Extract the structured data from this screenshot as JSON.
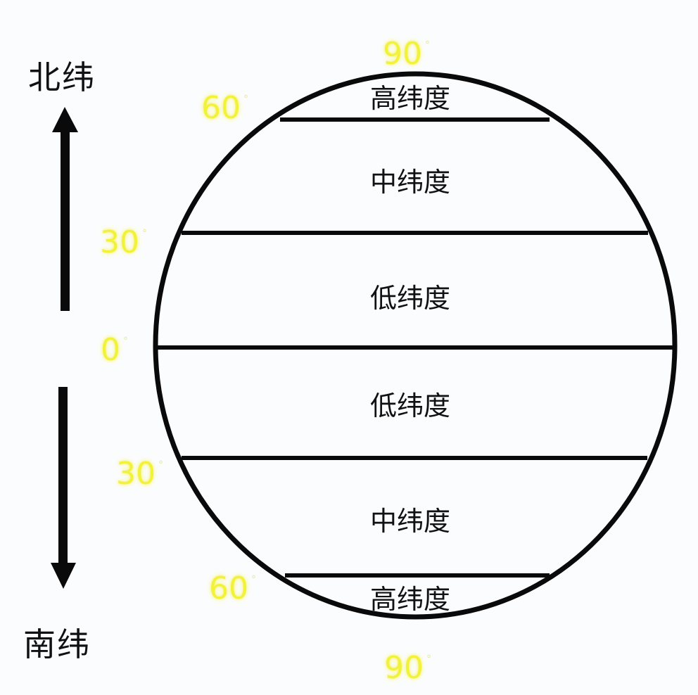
{
  "direction_labels": {
    "north": "北纬",
    "south": "南纬"
  },
  "zones": [
    {
      "label": "高纬度",
      "hemisphere": "north",
      "range": "60°–90°"
    },
    {
      "label": "中纬度",
      "hemisphere": "north",
      "range": "30°–60°"
    },
    {
      "label": "低纬度",
      "hemisphere": "north",
      "range": "0°–30°"
    },
    {
      "label": "低纬度",
      "hemisphere": "south",
      "range": "0°–30°"
    },
    {
      "label": "中纬度",
      "hemisphere": "south",
      "range": "30°–60°"
    },
    {
      "label": "高纬度",
      "hemisphere": "south",
      "range": "60°–90°"
    }
  ],
  "degree_labels": {
    "n90": "90",
    "n60": "60",
    "n30": "30",
    "eq0": "0",
    "s30": "30",
    "s60": "60",
    "s90": "90",
    "degree_symbol": "°"
  },
  "colors": {
    "line": "#0a0a0a",
    "degree_text": "#f2f23a",
    "background": "#fbfcfd"
  }
}
